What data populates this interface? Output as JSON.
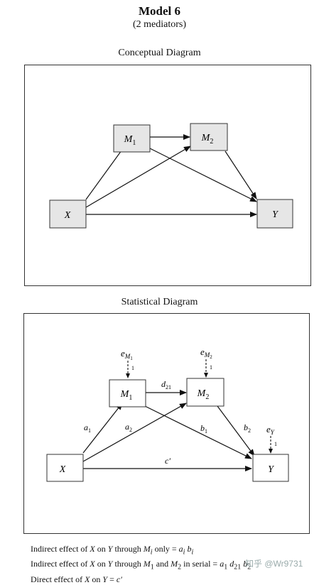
{
  "header": {
    "title": "Model 6",
    "subtitle": "(2 mediators)"
  },
  "conceptual": {
    "heading": "Conceptual Diagram",
    "nodes": {
      "x": "X",
      "m1": "M",
      "m1_sub": "1",
      "m2": "M",
      "m2_sub": "2",
      "y": "Y"
    }
  },
  "statistical": {
    "heading": "Statistical Diagram",
    "nodes": {
      "x": "X",
      "m1": "M",
      "m1_sub": "1",
      "m2": "M",
      "m2_sub": "2",
      "y": "Y"
    },
    "errors": {
      "e_m1": "e",
      "e_m1_sub": "M",
      "e_m1_subsub": "1",
      "e_m2": "e",
      "e_m2_sub": "M",
      "e_m2_subsub": "2",
      "e_y": "e",
      "e_y_sub": "Y",
      "one": "1"
    },
    "paths": {
      "a1": "a",
      "a1_sub": "1",
      "a2": "a",
      "a2_sub": "2",
      "d21": "d",
      "d21_sub": "21",
      "b1": "b",
      "b1_sub": "1",
      "b2": "b",
      "b2_sub": "2",
      "c_prime": "c′"
    }
  },
  "footnotes": {
    "line1_pre": "Indirect effect of ",
    "line1_x": "X",
    "line1_on": " on ",
    "line1_y": "Y",
    "line1_through": " through ",
    "line1_m": "M",
    "line1_i": "i",
    "line1_only": " only = ",
    "line1_a": "a",
    "line1_ai": "i",
    "line1_b": " b",
    "line1_bi": "i",
    "line2_pre": "Indirect effect of ",
    "line2_x": "X",
    "line2_on": " on ",
    "line2_y": "Y",
    "line2_through": " through ",
    "line2_m1": "M",
    "line2_m1_sub": "1",
    "line2_and": " and ",
    "line2_m2": "M",
    "line2_m2_sub": "2",
    "line2_serial": " in serial = ",
    "line2_a": "a",
    "line2_a_sub": "1",
    "line2_d": " d",
    "line2_d_sub": "21",
    "line2_b": " b",
    "line2_b_sub": "2",
    "line3_pre": "Direct effect of ",
    "line3_x": "X",
    "line3_on": " on ",
    "line3_y": "Y",
    "line3_eq": " = ",
    "line3_c": "c′"
  },
  "watermark": "知乎 @Wr9731"
}
